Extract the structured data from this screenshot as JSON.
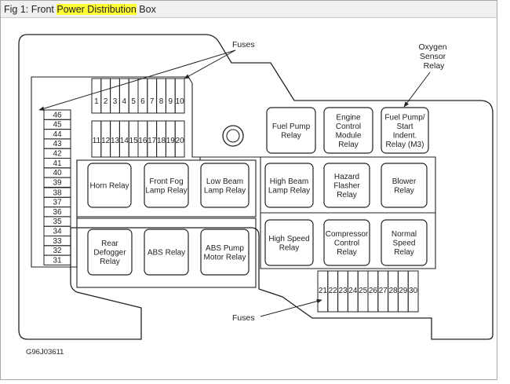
{
  "figure": {
    "title_prefix": "Fig 1: Front ",
    "title_highlight": "Power Distribution",
    "title_suffix": " Box",
    "figure_code": "G96J03611"
  },
  "colors": {
    "highlight": "#ffff33",
    "line": "#222222"
  },
  "callouts": {
    "fuses_top": "Fuses",
    "fuses_bottom": "Fuses",
    "oxygen_sensor_relay": [
      "Oxygen",
      "Sensor",
      "Relay"
    ]
  },
  "fuses": {
    "upper_row": [
      "1",
      "2",
      "3",
      "4",
      "5",
      "6",
      "7",
      "8",
      "9",
      "10"
    ],
    "middle_row": [
      "11",
      "12",
      "13",
      "14",
      "15",
      "16",
      "17",
      "18",
      "19",
      "20"
    ],
    "bottom_row": [
      "21",
      "22",
      "23",
      "24",
      "25",
      "26",
      "27",
      "28",
      "29",
      "30"
    ],
    "left_upper": [
      "46",
      "45",
      "44",
      "43",
      "42",
      "41",
      "40",
      "39"
    ],
    "left_lower": [
      "38",
      "37",
      "36",
      "35",
      "34",
      "33",
      "32",
      "31"
    ]
  },
  "relays": {
    "fuel_pump": [
      "Fuel Pump",
      "Relay"
    ],
    "engine_control_module": [
      "Engine",
      "Control",
      "Module",
      "Relay"
    ],
    "fuel_pump_start_indent": [
      "Fuel Pump/",
      "Start",
      "Indent.",
      "Relay (M3)"
    ],
    "horn": [
      "Horn Relay"
    ],
    "front_fog_lamp": [
      "Front Fog",
      "Lamp Relay"
    ],
    "low_beam_lamp": [
      "Low Beam",
      "Lamp Relay"
    ],
    "high_beam_lamp": [
      "High Beam",
      "Lamp Relay"
    ],
    "hazard_flasher": [
      "Hazard",
      "Flasher",
      "Relay"
    ],
    "blower": [
      "Blower",
      "Relay"
    ],
    "rear_defogger": [
      "Rear",
      "Defogger",
      "Relay"
    ],
    "abs": [
      "ABS Relay"
    ],
    "abs_pump_motor": [
      "ABS Pump",
      "Motor Relay"
    ],
    "high_speed": [
      "High Speed",
      "Relay"
    ],
    "compressor_control": [
      "Compressor",
      "Control",
      "Relay"
    ],
    "normal_speed": [
      "Normal",
      "Speed",
      "Relay"
    ]
  }
}
